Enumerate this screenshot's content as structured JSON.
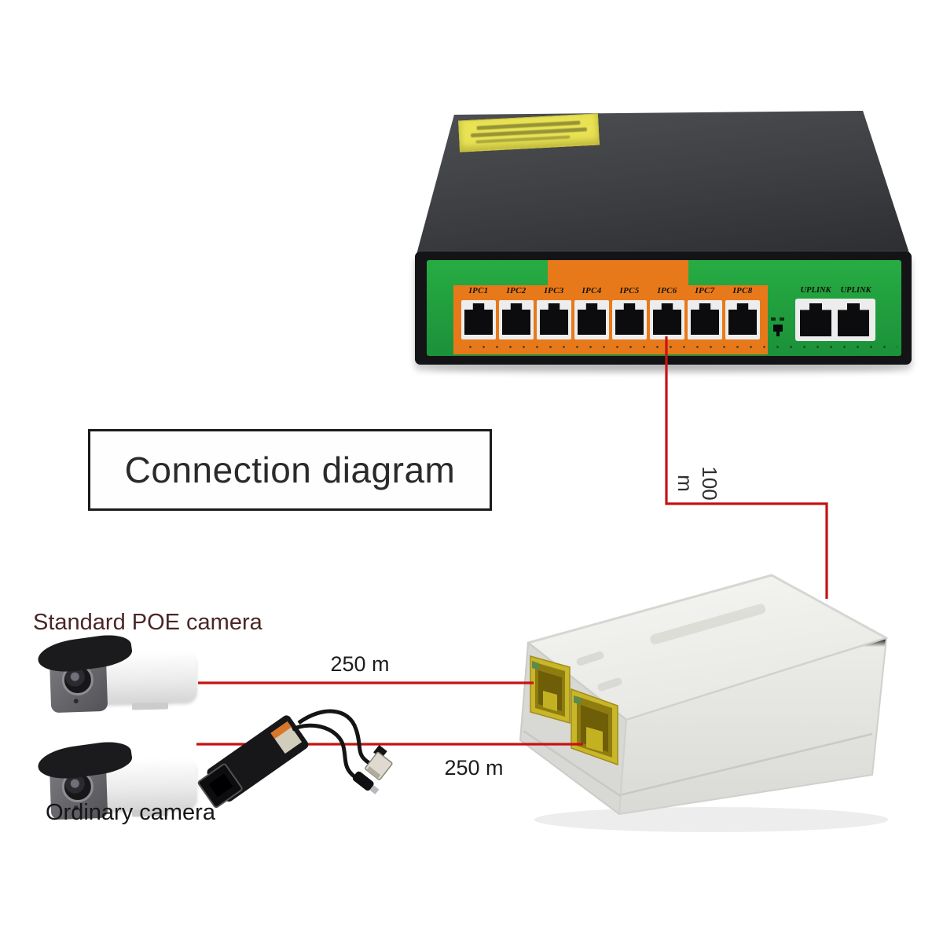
{
  "diagram": {
    "title": "Connection diagram",
    "distances": {
      "uplink": "100 m",
      "poe_camera": "250 m",
      "ordinary_camera": "250 m"
    },
    "camera_labels": {
      "poe": "Standard POE camera",
      "ordinary": "Ordinary camera"
    },
    "switch": {
      "ipc_ports": [
        "IPC1",
        "IPC2",
        "IPC3",
        "IPC4",
        "IPC5",
        "IPC6",
        "IPC7",
        "IPC8"
      ],
      "uplink_ports": [
        "UPLINK",
        "UPLINK"
      ]
    },
    "colors": {
      "cable_red": "#c51313",
      "panel_green": "#21a23b",
      "panel_orange": "#e8791b",
      "extender_port_yellow": "#c9b629",
      "poe_camera_label": "#4b2626",
      "sticker_yellow": "#e9e354"
    }
  }
}
